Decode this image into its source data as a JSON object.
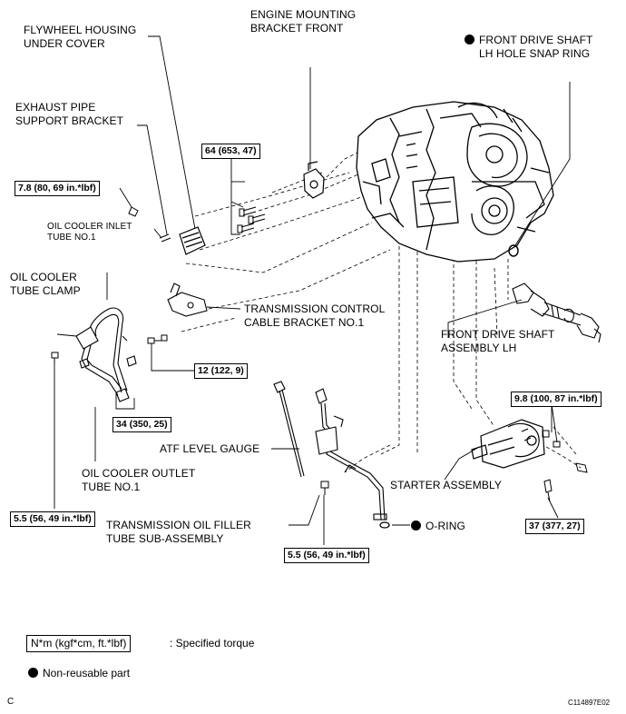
{
  "labels": {
    "flywheel_housing": [
      "FLYWHEEL HOUSING",
      "UNDER COVER"
    ],
    "engine_mounting": [
      "ENGINE MOUNTING",
      "BRACKET FRONT"
    ],
    "front_drive_shaft_snap_ring": [
      "FRONT DRIVE SHAFT",
      "LH HOLE SNAP RING"
    ],
    "exhaust_pipe_bracket": [
      "EXHAUST PIPE",
      "SUPPORT BRACKET"
    ],
    "oil_cooler_inlet": [
      "OIL COOLER INLET",
      "TUBE NO.1"
    ],
    "oil_cooler_clamp": [
      "OIL COOLER",
      "TUBE CLAMP"
    ],
    "transmission_control_bracket": [
      "TRANSMISSION CONTROL",
      "CABLE BRACKET NO.1"
    ],
    "front_drive_shaft_assembly": [
      "FRONT DRIVE SHAFT",
      "ASSEMBLY LH"
    ],
    "atf_level_gauge": [
      "ATF LEVEL GAUGE"
    ],
    "oil_cooler_outlet": [
      "OIL COOLER OUTLET",
      "TUBE NO.1"
    ],
    "starter_assembly": [
      "STARTER ASSEMBLY"
    ],
    "filler_tube": [
      "TRANSMISSION OIL FILLER",
      "TUBE SUB-ASSEMBLY"
    ],
    "o_ring": [
      "O-RING"
    ]
  },
  "torques": {
    "t64": "64 (653, 47)",
    "t78": "7.8 (80, 69 in.*lbf)",
    "t12": "12 (122, 9)",
    "t34": "34 (350, 25)",
    "t98": "9.8 (100, 87 in.*lbf)",
    "t55_left": "5.5 (56, 49 in.*lbf)",
    "t55_center": "5.5 (56, 49 in.*lbf)",
    "t37": "37 (377, 27)"
  },
  "legend": {
    "torque_box": "N*m (kgf*cm, ft.*lbf)",
    "torque_desc": ": Specified torque",
    "nonreusable": "Non-reusable part"
  },
  "corner_letter": "C",
  "figure_code": "C114897E02",
  "colors": {
    "ink": "#000000",
    "background": "#ffffff"
  }
}
